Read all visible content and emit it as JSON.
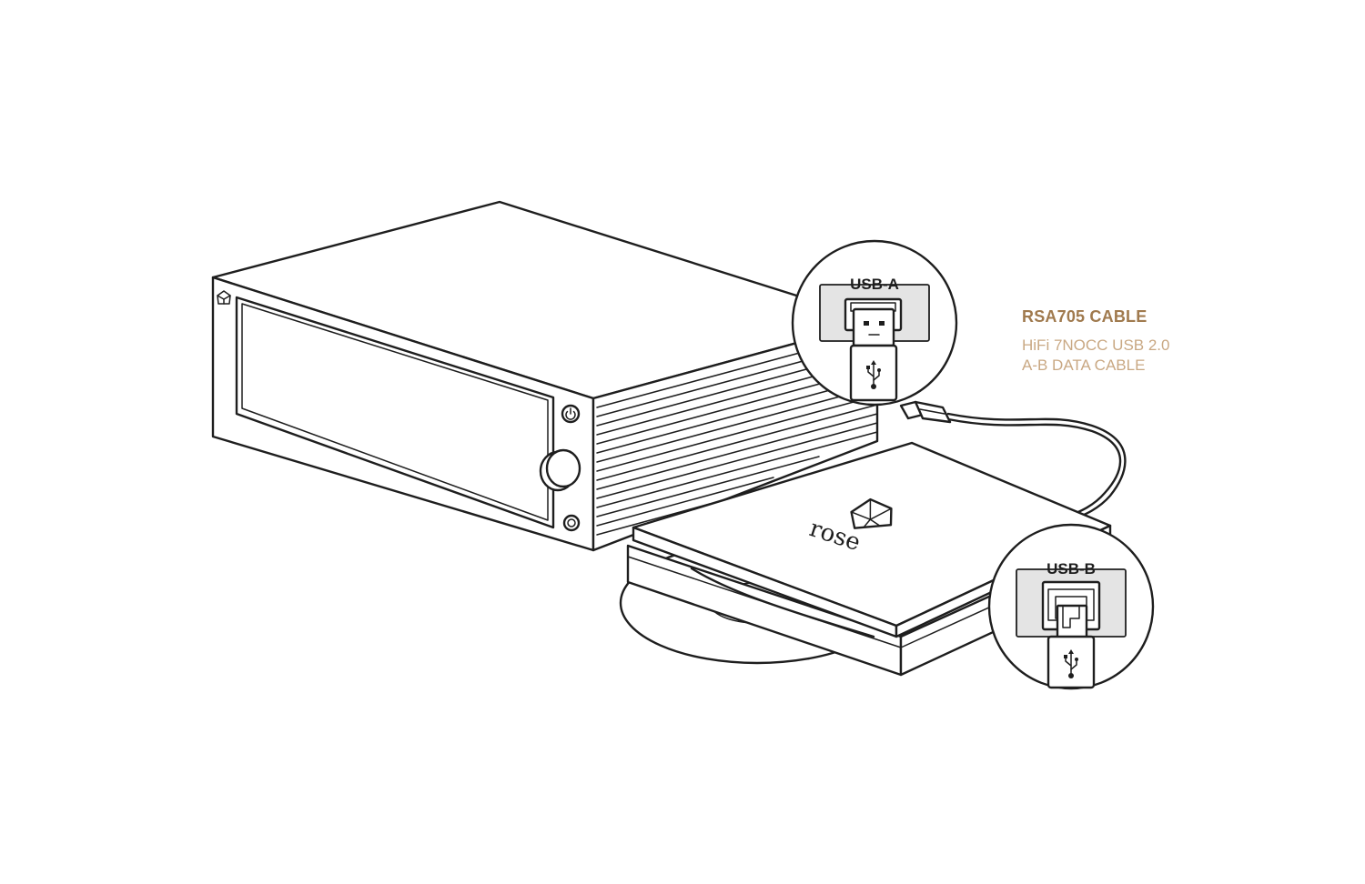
{
  "accent_color": "#a07a4e",
  "subtext_color": "#c9a883",
  "callouts": {
    "usb_a": {
      "label": "USB-A"
    },
    "usb_b": {
      "label": "USB-B"
    }
  },
  "cable": {
    "title": "RSA705 CABLE",
    "description_lines": [
      "HiFi 7NOCC USB 2.0",
      "A-B DATA CABLE"
    ]
  },
  "drive": {
    "brand": "rose"
  },
  "icons": {
    "device_logo": "rose-gem-icon",
    "power": "power-icon",
    "usb": "usb-trident-icon"
  }
}
